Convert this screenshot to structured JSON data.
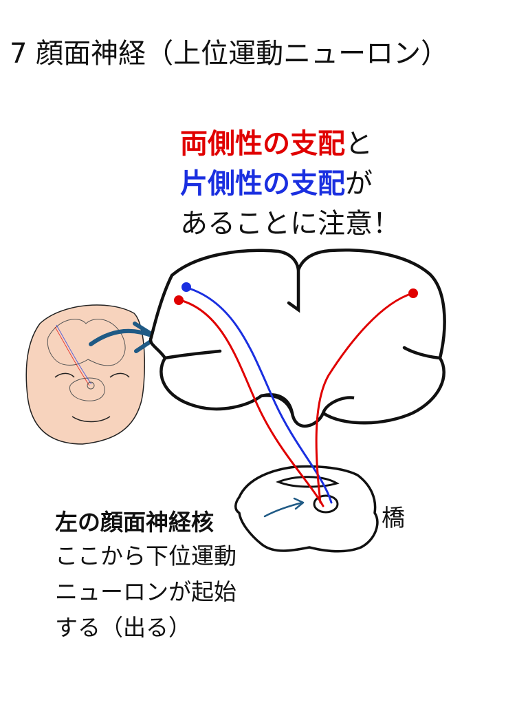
{
  "title": "7 顔面神経（上位運動ニューロン）",
  "note": {
    "line1_em": "両側性の支配",
    "line1_rest": "と",
    "line2_em": "片側性の支配",
    "line2_rest": "が",
    "line3": "あることに注意！"
  },
  "labels": {
    "nucleus": "左の顔面神経核",
    "description_lines": [
      "ここから下位運動",
      "ニューロンが起始",
      "する（出る）"
    ],
    "pons": "橋"
  },
  "colors": {
    "bilateral": "#e00000",
    "unilateral": "#1a2fe0",
    "arrow": "#1f5a85",
    "head_skin": "#f7d3bd",
    "outline": "#111111"
  }
}
